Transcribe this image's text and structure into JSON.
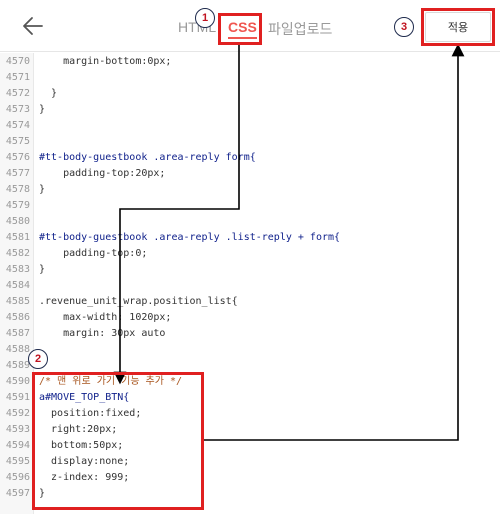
{
  "header": {
    "tabs": [
      {
        "label": "HTML"
      },
      {
        "label": "CSS"
      },
      {
        "label": "파일업로드"
      }
    ],
    "apply_label": "적용"
  },
  "annotations": [
    "1",
    "2",
    "3"
  ],
  "editor": {
    "lines": [
      {
        "n": "4570",
        "code": "    margin-bottom:0px;",
        "cls": ""
      },
      {
        "n": "4571",
        "code": "",
        "cls": ""
      },
      {
        "n": "4572",
        "code": "  }",
        "cls": ""
      },
      {
        "n": "4573",
        "code": "}",
        "cls": ""
      },
      {
        "n": "4574",
        "code": "",
        "cls": ""
      },
      {
        "n": "4575",
        "code": "",
        "cls": ""
      },
      {
        "n": "4576",
        "code": "#tt-body-guestbook .area-reply form{",
        "cls": "sel"
      },
      {
        "n": "4577",
        "code": "    padding-top:20px;",
        "cls": ""
      },
      {
        "n": "4578",
        "code": "}",
        "cls": ""
      },
      {
        "n": "4579",
        "code": "",
        "cls": ""
      },
      {
        "n": "4580",
        "code": "",
        "cls": ""
      },
      {
        "n": "4581",
        "code": "#tt-body-guestbook .area-reply .list-reply + form{",
        "cls": "sel"
      },
      {
        "n": "4582",
        "code": "    padding-top:0;",
        "cls": ""
      },
      {
        "n": "4583",
        "code": "}",
        "cls": ""
      },
      {
        "n": "4584",
        "code": "",
        "cls": ""
      },
      {
        "n": "4585",
        "code": ".revenue_unit_wrap.position_list{",
        "cls": ""
      },
      {
        "n": "4586",
        "code": "    max-width: 1020px;",
        "cls": ""
      },
      {
        "n": "4587",
        "code": "    margin: 30px auto",
        "cls": ""
      },
      {
        "n": "4588",
        "code": "",
        "cls": ""
      },
      {
        "n": "4589",
        "code": "",
        "cls": ""
      },
      {
        "n": "4590",
        "code": "/* 맨 위로 가기 기능 추가 */",
        "cls": "cmt"
      },
      {
        "n": "4591",
        "code": "a#MOVE_TOP_BTN{",
        "cls": "sel"
      },
      {
        "n": "4592",
        "code": "  position:fixed;",
        "cls": ""
      },
      {
        "n": "4593",
        "code": "  right:20px;",
        "cls": ""
      },
      {
        "n": "4594",
        "code": "  bottom:50px;",
        "cls": ""
      },
      {
        "n": "4595",
        "code": "  display:none;",
        "cls": ""
      },
      {
        "n": "4596",
        "code": "  z-index: 999;",
        "cls": ""
      },
      {
        "n": "4597",
        "code": "}",
        "cls": ""
      }
    ]
  },
  "colors": {
    "accent": "#f05650",
    "annotation_red": "#e02020",
    "badge_border": "#1f2b4d"
  }
}
